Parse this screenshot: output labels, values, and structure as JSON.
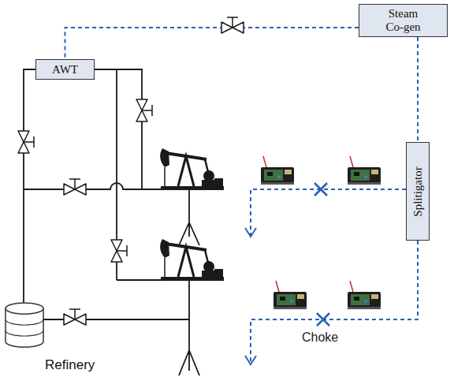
{
  "diagram": {
    "nodes": [
      {
        "text": [
          "Steam Co-gen"
        ]
      },
      {
        "text": [
          "AWT"
        ]
      },
      {
        "text": [
          "Splitigator"
        ]
      },
      {
        "text": [
          "Refinery"
        ]
      }
    ],
    "edges": [
      {
        "from": 0,
        "to": 1,
        "arrow": "none"
      },
      {
        "from": 0,
        "to": 2,
        "arrow": "none"
      },
      {
        "from": 1,
        "to": 3,
        "arrow": "none"
      }
    ],
    "labels": [
      "Choke"
    ]
  }
}
